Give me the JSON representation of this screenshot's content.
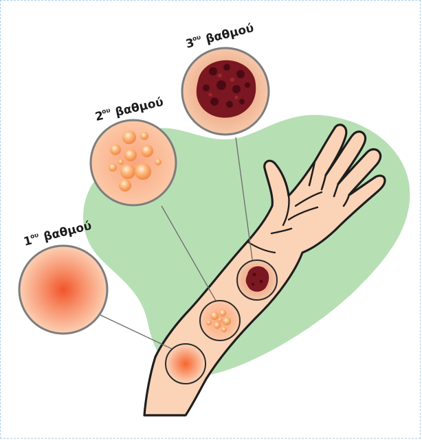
{
  "diagram": {
    "labels": [
      {
        "id": "first",
        "number": "1",
        "superscript": "ου",
        "word": "βαθμού"
      },
      {
        "id": "second",
        "number": "2",
        "superscript": "ου",
        "word": "βαθμού"
      },
      {
        "id": "third",
        "number": "3",
        "superscript": "ου",
        "word": "βαθμού"
      }
    ],
    "colors": {
      "background_blob": "#b7dfb4",
      "skin": "#fbd3b6",
      "outline": "#1e1e1e",
      "first_degree": "#f36c3d",
      "second_degree_blister": "#fbb07c",
      "third_degree": "#7a1721",
      "circle_border": "#7d7d7d"
    }
  }
}
